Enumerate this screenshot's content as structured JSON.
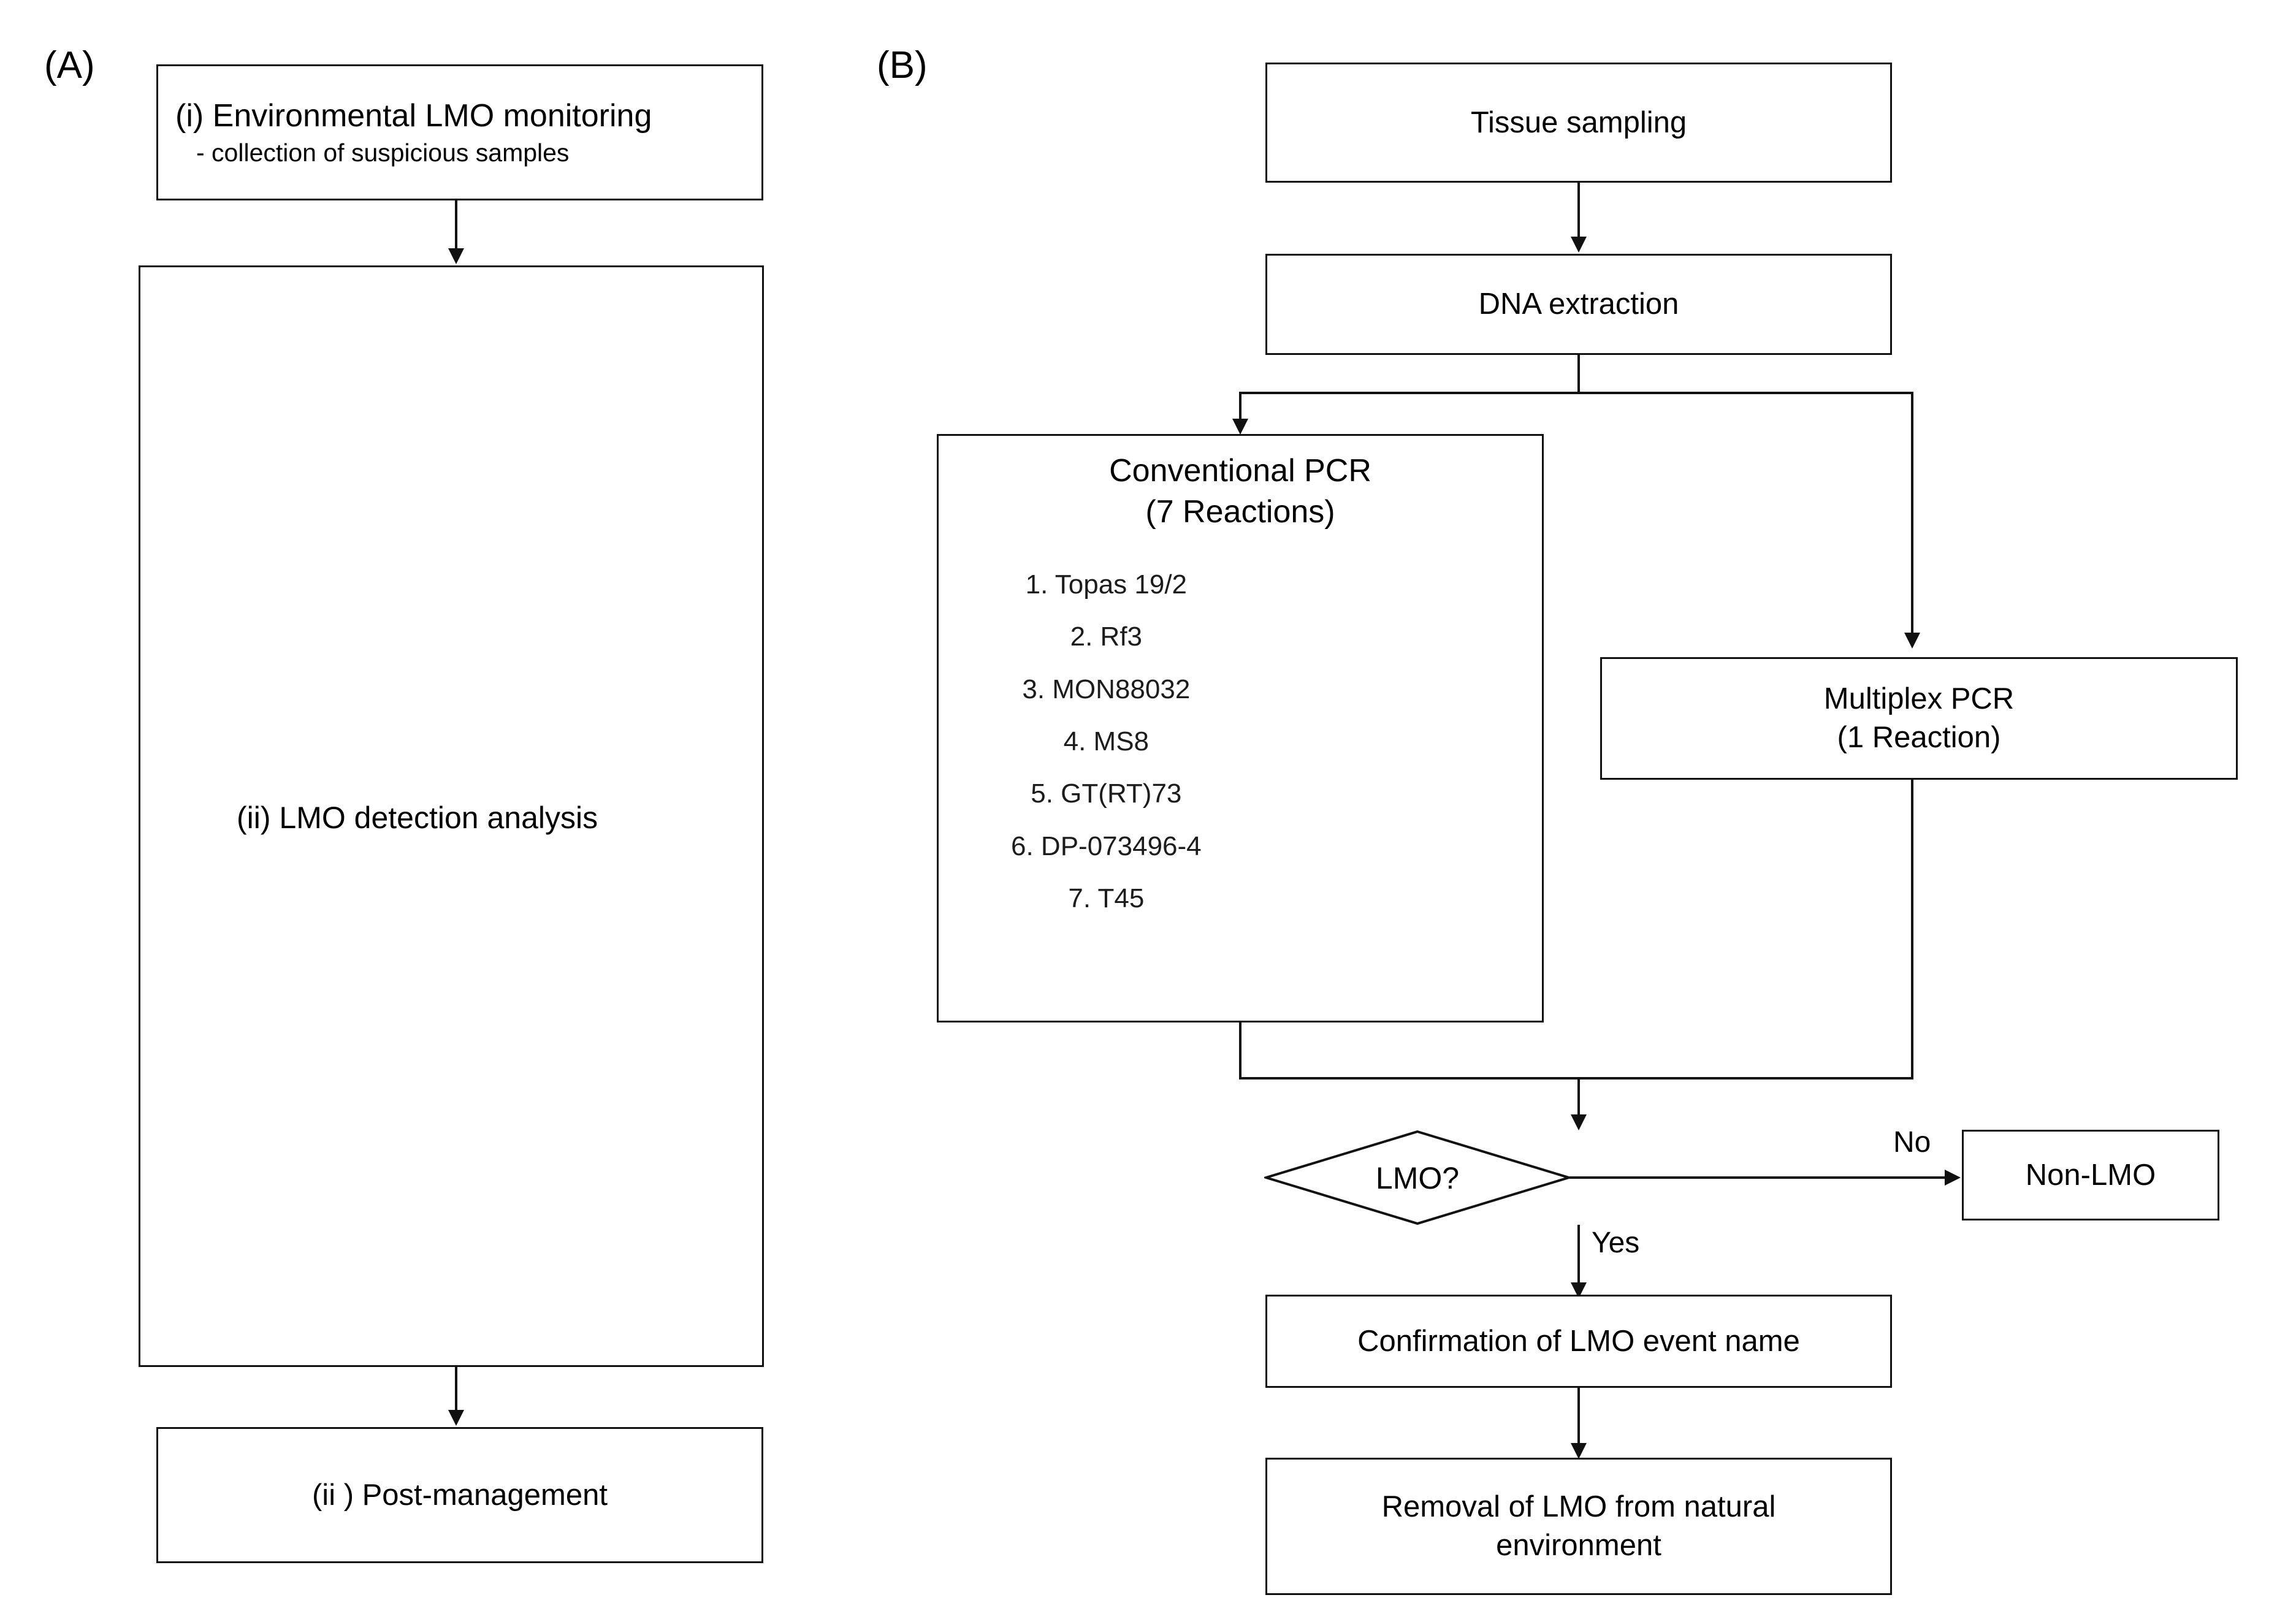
{
  "figure": {
    "panel_a_label": "(A)",
    "panel_b_label": "(B)"
  },
  "panel_a": {
    "step_i": {
      "line1": "(i)   Environmental LMO monitoring",
      "line2": "- collection  of  suspicious  samples"
    },
    "step_ii": "(ii) LMO detection analysis",
    "step_iii": "(ii ) Post-management"
  },
  "panel_b": {
    "tissue_sampling": "Tissue sampling",
    "dna_extraction": "DNA extraction",
    "conventional_pcr": {
      "title_line1": "Conventional PCR",
      "title_line2": "(7 Reactions)",
      "reactions": [
        "1. Topas  19/2",
        "2. Rf3",
        "3. MON88032",
        "4. MS8",
        "5. GT(RT)73",
        "6. DP-073496-4",
        "7. T45"
      ]
    },
    "multiplex_pcr": {
      "title_line1": "Multiplex  PCR",
      "title_line2": "(1 Reaction)"
    },
    "decision": "LMO?",
    "edge_no": "No",
    "edge_yes": "Yes",
    "non_lmo": "Non-LMO",
    "confirmation": "Confirmation of LMO event name",
    "removal": {
      "line1": "Removal of LMO from natural",
      "line2": "environment"
    }
  },
  "colors": {
    "stroke": "#111111",
    "background": "#ffffff",
    "text": "#000000",
    "list_text": "#1c1c1c"
  }
}
